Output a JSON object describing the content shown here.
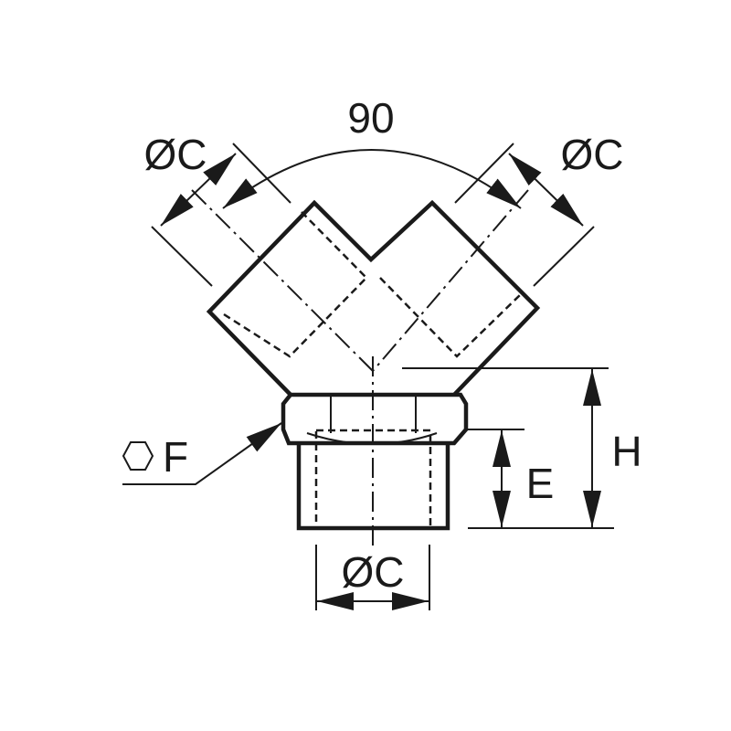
{
  "drawing": {
    "angle_label": "90",
    "diameter_left_label": "ØC",
    "diameter_right_label": "ØC",
    "diameter_bottom_label": "ØC",
    "hex_label": "F",
    "dim_h_label": "H",
    "dim_e_label": "E",
    "line_color": "#1a1a1a",
    "background_color": "#ffffff"
  }
}
